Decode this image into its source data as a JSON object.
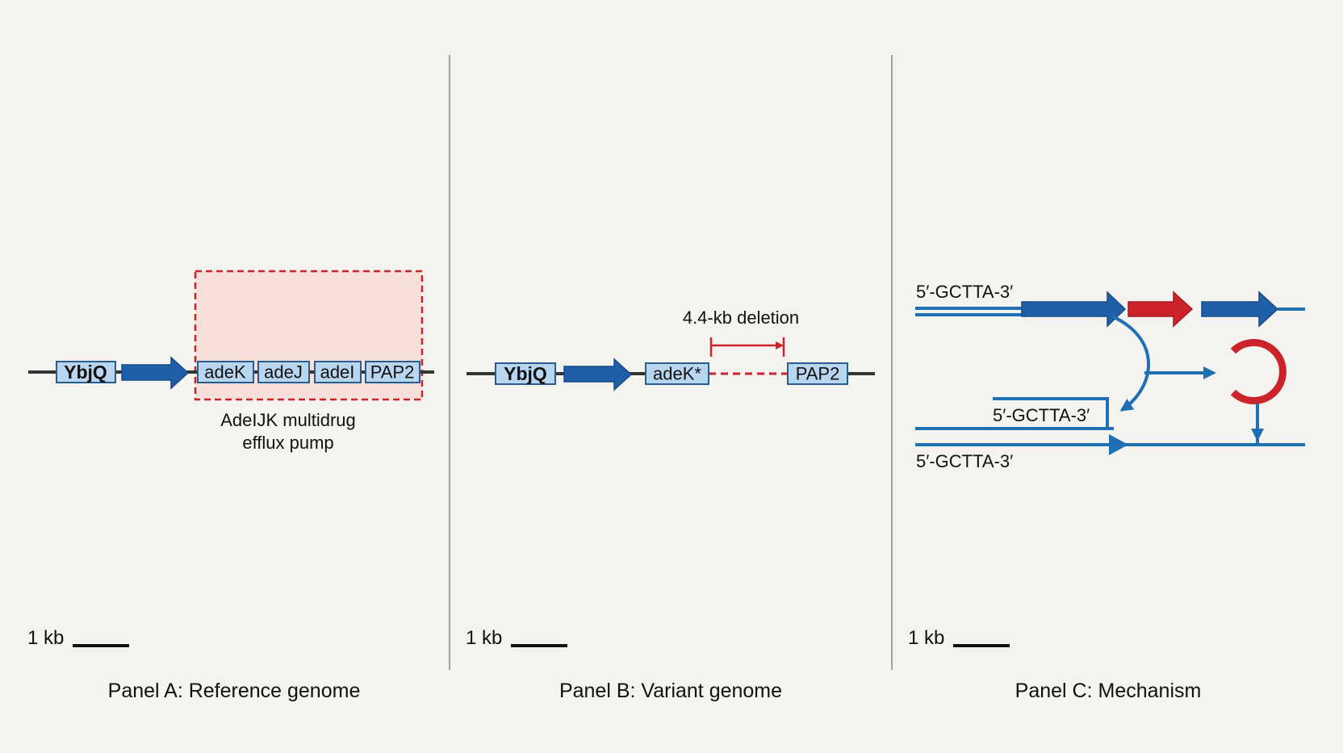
{
  "colors": {
    "background": "#f4f3ef",
    "gene_fill": "#b9d6f0",
    "arrow_blue": "#1f5fa8",
    "strand_blue": "#1f6fb5",
    "deletion_red": "#cc2229",
    "highlight_fill": "#f7d9d4"
  },
  "panel_a": {
    "genes": [
      "YbjQ",
      "adeK",
      "adeJ",
      "adeI",
      "PAP2"
    ],
    "annotation_line1": "AdeIJK multidrug",
    "annotation_line2": "efflux pump",
    "scale_label": "1 kb",
    "caption": "Panel A: Reference genome"
  },
  "panel_b": {
    "genes": [
      "YbjQ",
      "adeK*",
      "PAP2"
    ],
    "deletion_label": "4.4-kb deletion",
    "scale_label": "1 kb",
    "caption": "Panel B: Variant genome"
  },
  "panel_c": {
    "seq_top": "5′-GCTTA-3′",
    "seq_middle": "5′-GCTTA-3′",
    "seq_bottom": "5′-GCTTA-3′",
    "scale_label": "1 kb",
    "caption": "Panel C: Mechanism"
  }
}
